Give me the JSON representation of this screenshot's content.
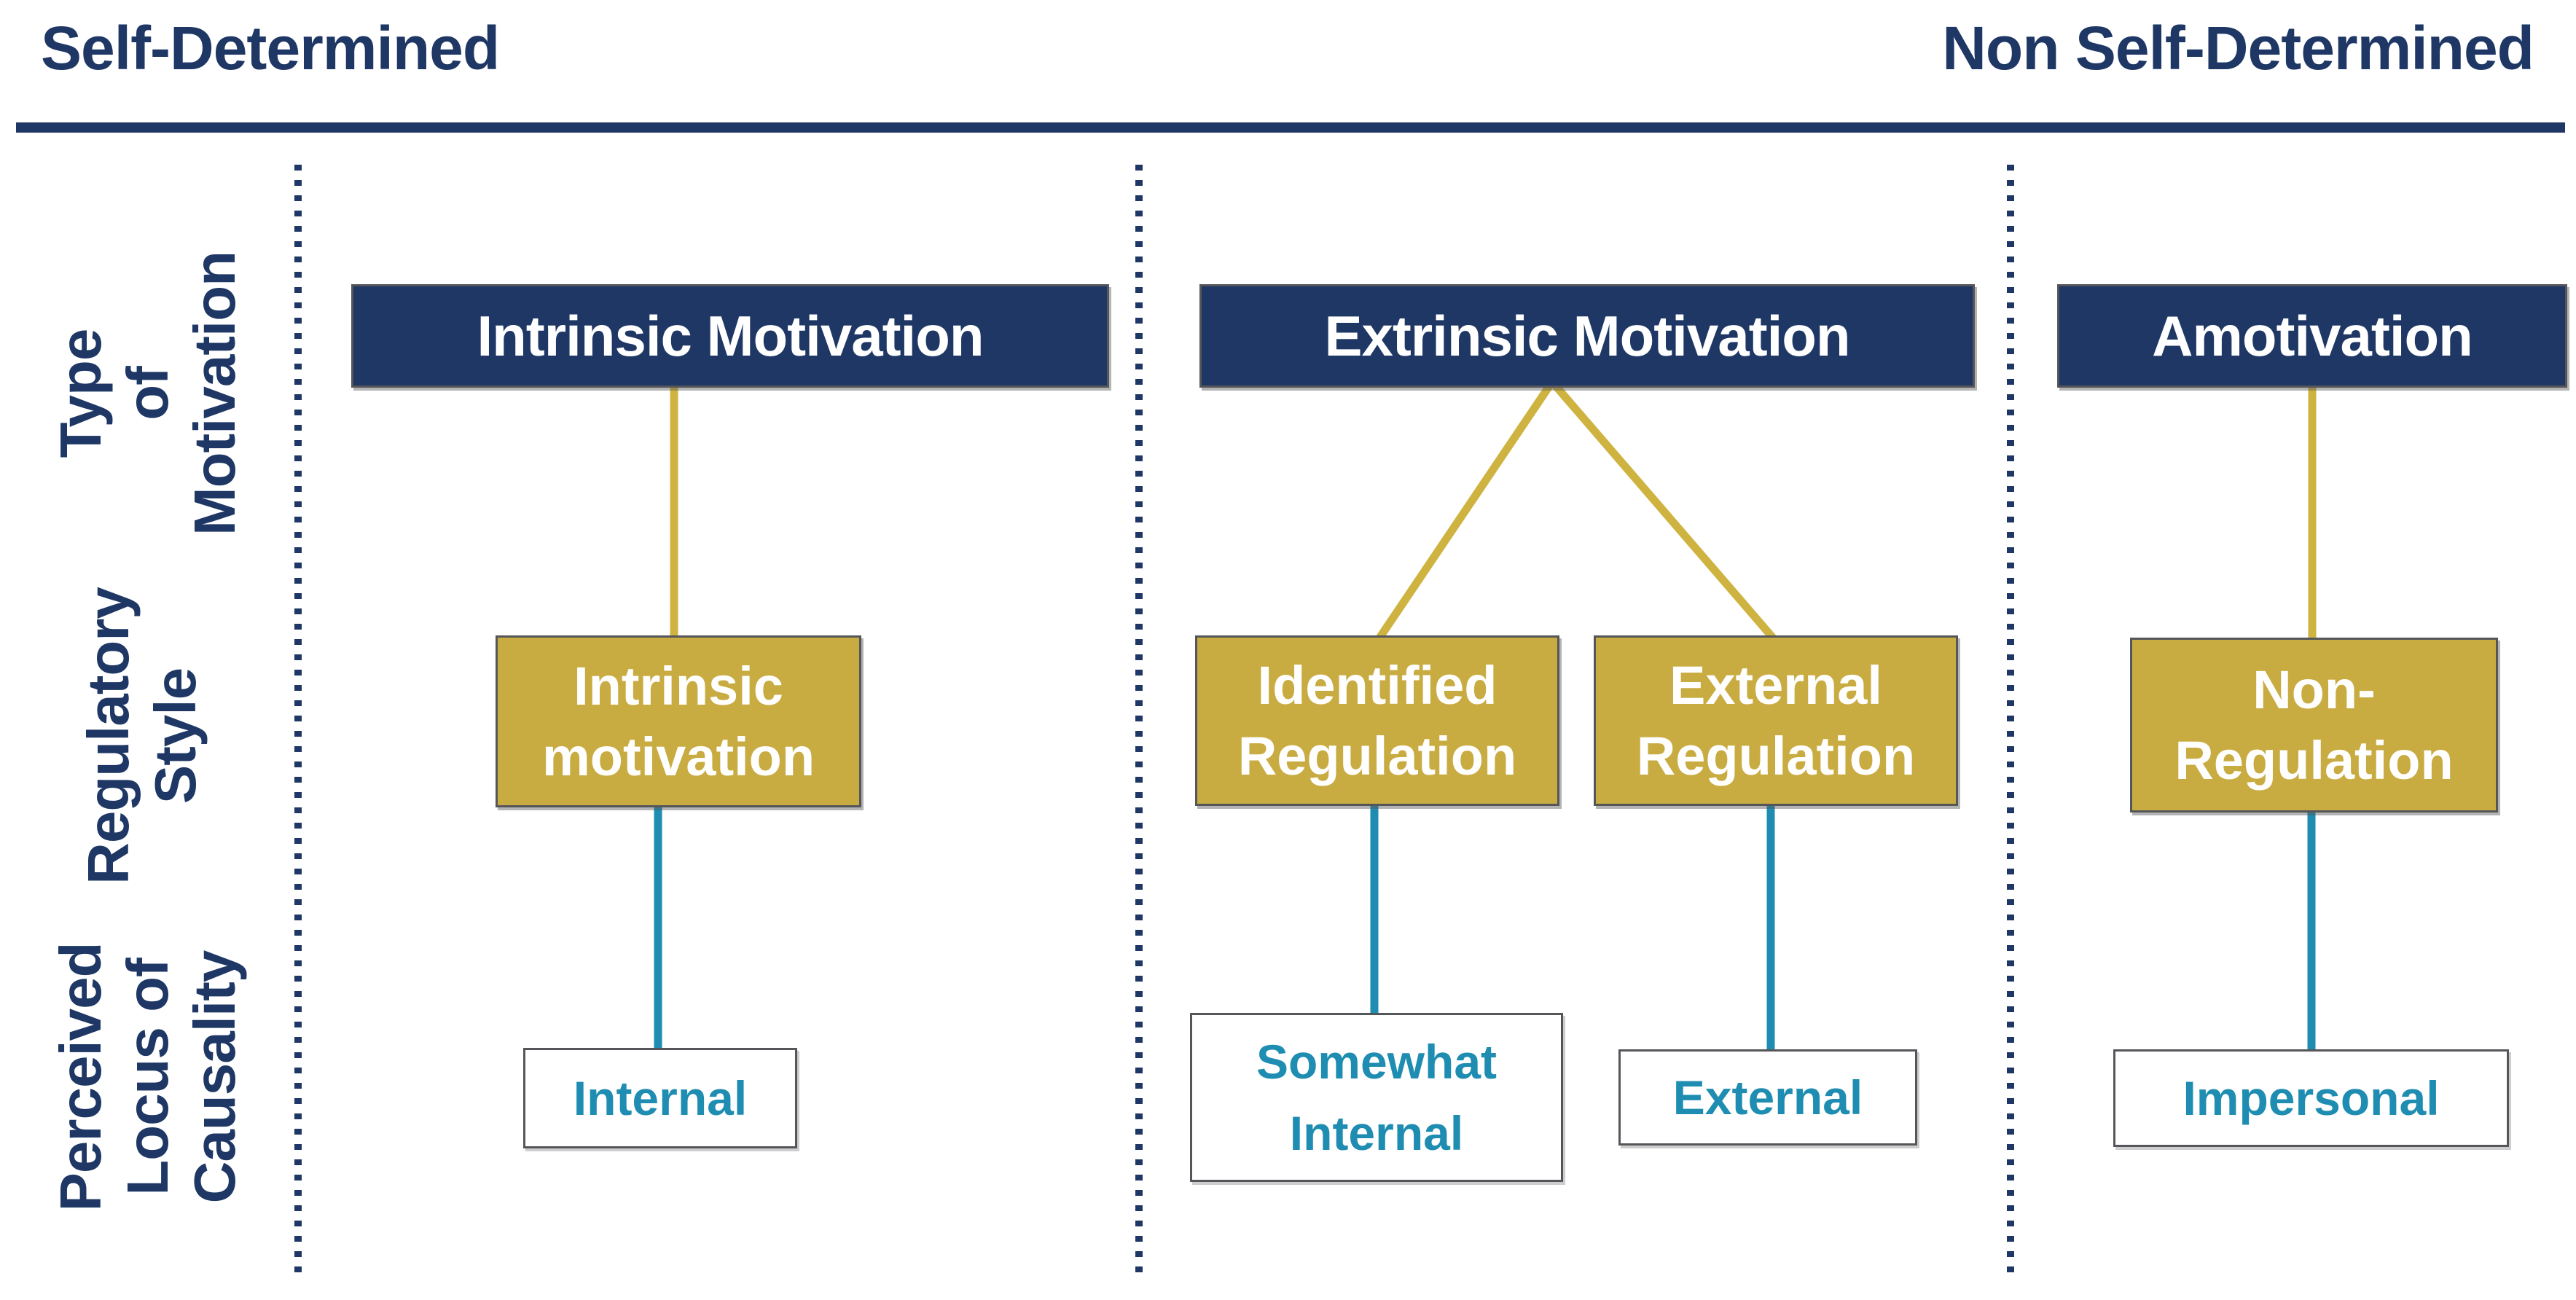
{
  "header": {
    "left_label": "Self-Determined",
    "right_label": "Non Self-Determined"
  },
  "side_labels": {
    "type_of_motivation": "Type\nof\nMotivation",
    "regulatory_style": "Regulatory\nStyle",
    "perceived_locus_of_causality": "Perceived\nLocus of\nCausality"
  },
  "columns": [
    {
      "name": "intrinsic",
      "type_box": "Intrinsic Motivation",
      "regulatory_box": "Intrinsic\nmotivation",
      "locus_box": "Internal"
    },
    {
      "name": "extrinsic",
      "type_box": "Extrinsic Motivation",
      "regulatory_boxes": [
        "Identified\nRegulation",
        "External\nRegulation"
      ],
      "locus_boxes": [
        "Somewhat\nInternal",
        "External"
      ]
    },
    {
      "name": "amotivation",
      "type_box": "Amotivation",
      "regulatory_box": "Non-\nRegulation",
      "locus_box": "Impersonal"
    }
  ],
  "colors": {
    "navy": "#1E3765",
    "gold_fill": "#C9AC41",
    "gold_line": "#CFB340",
    "teal": "#1E8DB1",
    "box_border_gray": "#55565A",
    "background": "#FFFFFF"
  }
}
